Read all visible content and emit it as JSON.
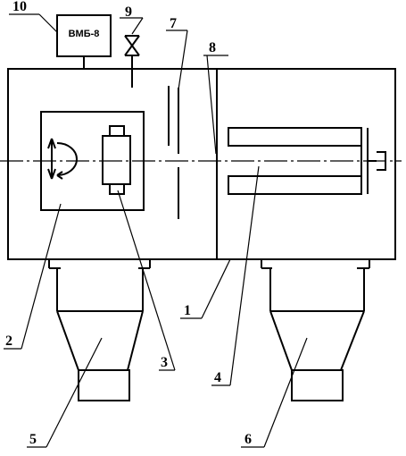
{
  "gauge": {
    "text": "ВМБ-8"
  },
  "labels": {
    "l1": "1",
    "l2": "2",
    "l3": "3",
    "l4": "4",
    "l5": "5",
    "l6": "6",
    "l7": "7",
    "l8": "8",
    "l9": "9",
    "l10": "10"
  }
}
